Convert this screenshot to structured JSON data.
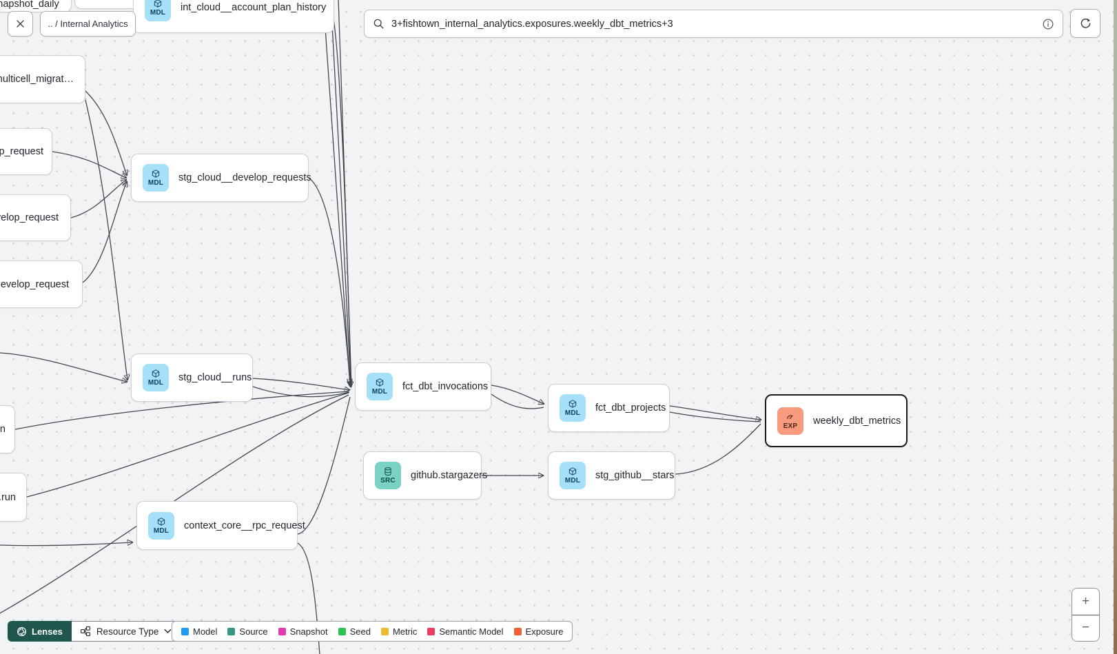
{
  "toolbar": {
    "breadcrumb": ".. / Internal Analytics",
    "search": {
      "value": "3+fishtown_internal_analytics.exposures.weekly_dbt_metrics+3"
    }
  },
  "icons": {
    "close": "x",
    "search": "magnifier",
    "info": "circled-i",
    "refresh": "circular-arrow",
    "lenses": "aperture",
    "resource_type": "org-chart",
    "chevron": "chevron-down",
    "model_badge": "cube",
    "source_badge": "database",
    "exposure_badge": "gauge"
  },
  "nodes": [
    {
      "label": "snapshot_daily",
      "badge": null,
      "partial": true
    },
    {
      "label": "int_cloud__account_plan_history",
      "badge": "MDL",
      "partial": true
    },
    {
      "label": "multicell_migrat…",
      "badge": null,
      "partial": true
    },
    {
      "label": "p_request",
      "badge": null,
      "partial": true
    },
    {
      "label": "velop_request",
      "badge": null,
      "partial": true
    },
    {
      "label": "develop_request",
      "badge": null,
      "partial": true
    },
    {
      "label": "stg_cloud__develop_requests",
      "badge": "MDL",
      "partial": false
    },
    {
      "label": "stg_cloud__runs",
      "badge": "MDL",
      "partial": false
    },
    {
      "label": "fct_dbt_invocations",
      "badge": "MDL",
      "partial": false
    },
    {
      "label": "fct_dbt_projects",
      "badge": "MDL",
      "partial": false
    },
    {
      "label": "weekly_dbt_metrics",
      "badge": "EXP",
      "partial": false,
      "selected": true
    },
    {
      "label": "github.stargazers",
      "badge": "SRC",
      "partial": false
    },
    {
      "label": "stg_github__stars",
      "badge": "MDL",
      "partial": false
    },
    {
      "label": "context_core__rpc_request",
      "badge": "MDL",
      "partial": false
    },
    {
      "label": "n",
      "badge": null,
      "partial": true
    },
    {
      "label": ".run",
      "badge": null,
      "partial": true
    }
  ],
  "legend": {
    "items": [
      {
        "label": "Model",
        "color": "#1d9bf0"
      },
      {
        "label": "Source",
        "color": "#3b9586"
      },
      {
        "label": "Snapshot",
        "color": "#e23cb0"
      },
      {
        "label": "Seed",
        "color": "#2dc353"
      },
      {
        "label": "Metric",
        "color": "#edbb30"
      },
      {
        "label": "Semantic Model",
        "color": "#ee3d60"
      },
      {
        "label": "Exposure",
        "color": "#ed6038"
      }
    ]
  },
  "lenses_bar": {
    "lenses_label": "Lenses",
    "resource_type_label": "Resource Type"
  },
  "zoom_controls": {
    "zoom_in": "+",
    "zoom_out": "−"
  },
  "colors": {
    "model_badge_bg": "#a6dff8",
    "source_badge_bg": "#79d2c3",
    "exposure_badge_bg": "#f79a7e",
    "lenses_button_bg": "#1f574f",
    "selected_node_border": "#16191f"
  }
}
